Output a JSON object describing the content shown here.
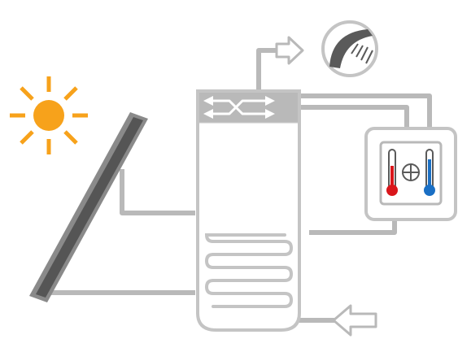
{
  "diagram": {
    "components": [
      {
        "id": "sun-icon",
        "kind": "sun"
      },
      {
        "id": "solar-collector",
        "kind": "solar panel"
      },
      {
        "id": "storage-tank",
        "kind": "hot water cylinder"
      },
      {
        "id": "heat-exchanger-header",
        "kind": "heat exchanger"
      },
      {
        "id": "solar-coil",
        "kind": "coil heat exchanger"
      },
      {
        "id": "heat-pump-unit",
        "kind": "heat pump controller"
      },
      {
        "id": "shower-icon",
        "kind": "shower"
      },
      {
        "id": "cold-water-inlet-arrow",
        "kind": "inlet arrow"
      },
      {
        "id": "hot-water-outlet-arrow",
        "kind": "outlet arrow"
      }
    ],
    "colors": {
      "sun": "#f7a21b",
      "pipe": "#b9b9b9",
      "tank_outline": "#c4c4c4",
      "panel_dark": "#555555",
      "panel_frame": "#8a8a8a",
      "header_fill": "#b9b9b9",
      "shower_dark": "#5a5a5a",
      "thermo_red": "#d9161b",
      "thermo_blue": "#1a6fc4"
    }
  }
}
